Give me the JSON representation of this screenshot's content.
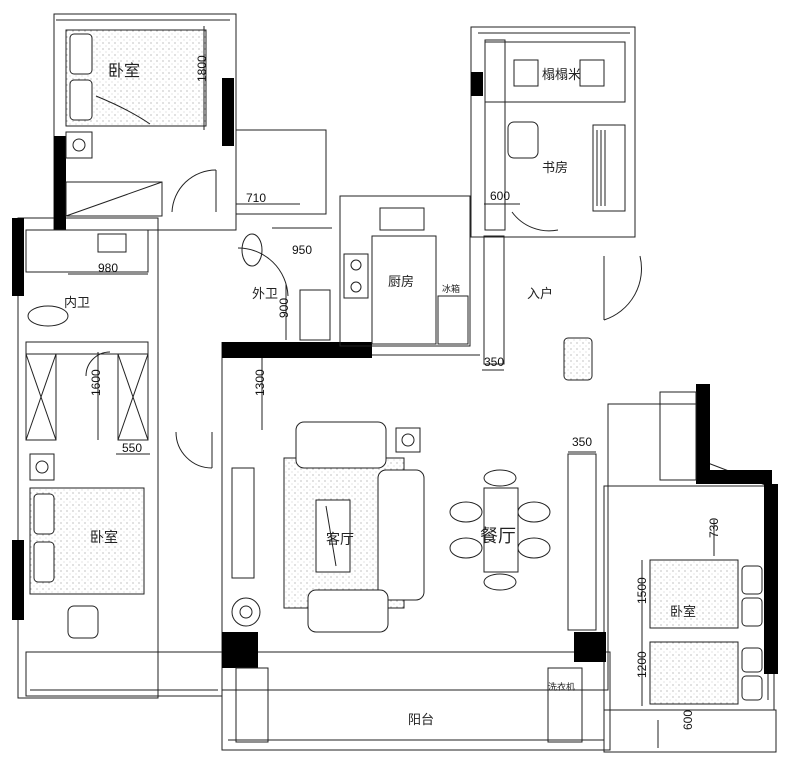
{
  "rooms": {
    "bedroom_top": "卧室",
    "study_tatami": "榻榻米",
    "study": "书房",
    "kitchen": "厨房",
    "entrance": "入户",
    "outer_bath": "外卫",
    "inner_bath": "内卫",
    "living": "客厅",
    "dining": "餐厅",
    "bedroom_left": "卧室",
    "bedroom_right": "卧室",
    "balcony": "阳台",
    "laundry": "洗衣机",
    "fridge": "冰箱"
  },
  "dimensions": {
    "d1800": "1800",
    "d710": "710",
    "d950": "950",
    "d980": "980",
    "d900": "900",
    "d600_study": "600",
    "d350_top": "350",
    "d1300": "1300",
    "d1600": "1600",
    "d550": "550",
    "d350_mid": "350",
    "d730": "730",
    "d1500": "1500",
    "d1200": "1200",
    "d600_bottom": "600"
  }
}
